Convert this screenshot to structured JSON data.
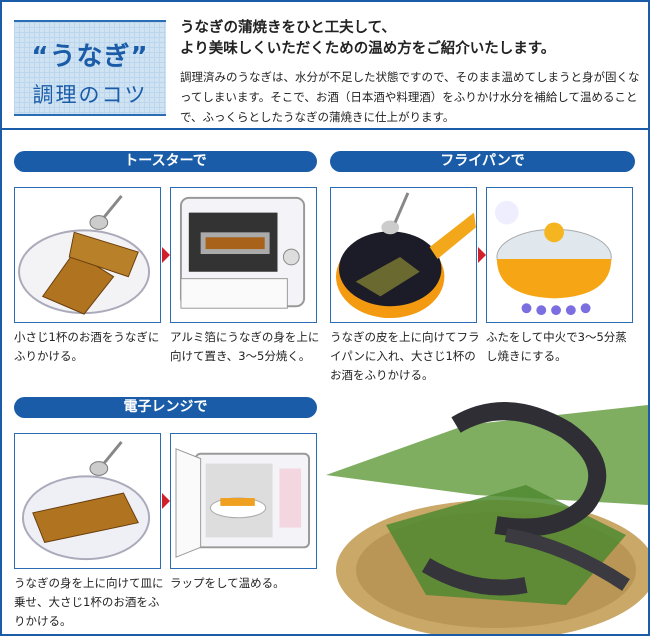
{
  "header": {
    "logo_line1": "“うなぎ”",
    "logo_line2": "調理のコツ",
    "lead_line1": "うなぎの蒲焼きをひと工夫して、",
    "lead_line2": "より美味しくいただくための温め方をご紹介いたします。",
    "body": "調理済みのうなぎは、水分が不足した状態ですので、そのまま温めてしまうと身が固くなってしまいます。そこで、お酒（日本酒や料理酒）をふりかけ水分を補給して温めることで、ふっくらとしたうなぎの蒲焼きに仕上がります。"
  },
  "sections": [
    {
      "title": "トースターで",
      "steps": [
        {
          "caption": "小さじ1杯のお酒をうなぎにふりかける。"
        },
        {
          "caption": "アルミ箔にうなぎの身を上に向けて置き、3〜5分焼く。"
        }
      ]
    },
    {
      "title": "フライパンで",
      "steps": [
        {
          "caption": "うなぎの皮を上に向けてフライパンに入れ、大さじ1杯のお酒をふりかける。"
        },
        {
          "caption": "ふたをして中火で3〜5分蒸し焼きにする。"
        }
      ]
    },
    {
      "title": "電子レンジで",
      "steps": [
        {
          "caption": "うなぎの身を上に向けて皿に乗せ、大さじ1杯のお酒をふりかける。"
        },
        {
          "caption": "ラップをして温める。"
        }
      ]
    }
  ],
  "colors": {
    "brand": "#1a5ca8",
    "arrow": "#d0202a"
  }
}
